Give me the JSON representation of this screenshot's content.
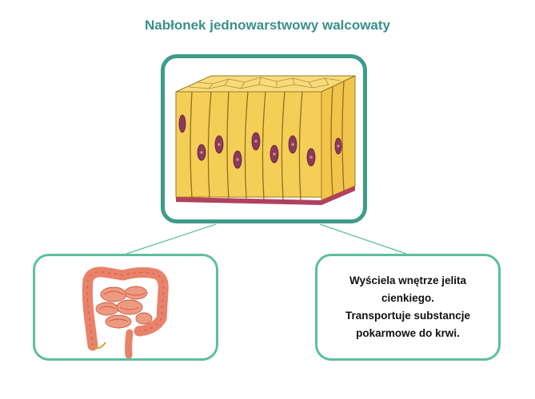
{
  "title": "Nabłonek jednowarstwowy walcowaty",
  "description_lines": [
    "Wyściela wnętrze jelita",
    "cienkiego.",
    "Transportuje substancje",
    "pokarmowe do krwi."
  ],
  "colors": {
    "title": "#3a8f8c",
    "main_border": "#3e9b8a",
    "box_border": "#5cbf9c",
    "tissue_top": "#f7d46a",
    "tissue_side": "#f2c24a",
    "nucleus": "#8b3a5a",
    "basement": "#b2405e",
    "intestine": "#e8826a"
  },
  "icons": {
    "main": "epithelium-illustration",
    "left": "intestine-illustration"
  }
}
